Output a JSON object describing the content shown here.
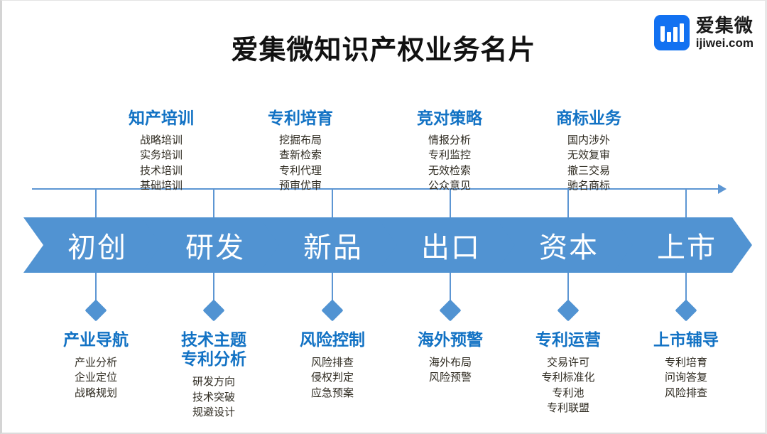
{
  "header": {
    "title": "爱集微知识产权业务名片",
    "logo": {
      "mark_name": "ijiwei-bars-logo",
      "brand_cn": "爱集微",
      "brand_en": "ijiwei.com",
      "brand_color": "#1271f1"
    }
  },
  "colors": {
    "accent_blue": "#1272c4",
    "chevron_blue": "#5193d2",
    "axis_blue": "#5d96d3",
    "body_text": "#2e2a20",
    "background": "#ffffff"
  },
  "timeline": {
    "stages": [
      {
        "label": "初创"
      },
      {
        "label": "研发"
      },
      {
        "label": "新品"
      },
      {
        "label": "出口"
      },
      {
        "label": "资本"
      },
      {
        "label": "上市"
      }
    ]
  },
  "top_groups": [
    {
      "title": "知产培训",
      "items": [
        "战略培训",
        "实务培训",
        "技术培训",
        "基础培训"
      ]
    },
    {
      "title": "专利培育",
      "items": [
        "挖掘布局",
        "查新检索",
        "专利代理",
        "预审优审"
      ]
    },
    {
      "title": "竞对策略",
      "items": [
        "情报分析",
        "专利监控",
        "无效检索",
        "公众意见"
      ]
    },
    {
      "title": "商标业务",
      "items": [
        "国内涉外",
        "无效复审",
        "撤三交易",
        "驰名商标"
      ]
    }
  ],
  "bottom_groups": [
    {
      "title": "产业导航",
      "title_line2": "",
      "items": [
        "产业分析",
        "企业定位",
        "战略规划"
      ]
    },
    {
      "title": "技术主题",
      "title_line2": "专利分析",
      "items": [
        "研发方向",
        "技术突破",
        "规避设计"
      ]
    },
    {
      "title": "风险控制",
      "title_line2": "",
      "items": [
        "风险排查",
        "侵权判定",
        "应急预案"
      ]
    },
    {
      "title": "海外预警",
      "title_line2": "",
      "items": [
        "海外布局",
        "风险预警"
      ]
    },
    {
      "title": "专利运营",
      "title_line2": "",
      "items": [
        "交易许可",
        "专利标准化",
        "专利池",
        "专利联盟"
      ]
    },
    {
      "title": "上市辅导",
      "title_line2": "",
      "items": [
        "专利培育",
        "问询答复",
        "风险排查"
      ]
    }
  ]
}
